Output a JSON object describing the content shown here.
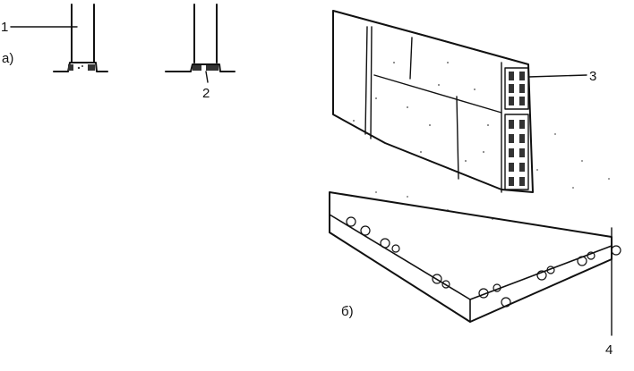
{
  "labels": {
    "panel_a": "а)",
    "panel_b": "б)",
    "callout_1": "1",
    "callout_2": "2",
    "callout_3": "3",
    "callout_4": "4"
  },
  "colors": {
    "ink": "#111111",
    "background": "#ffffff"
  }
}
